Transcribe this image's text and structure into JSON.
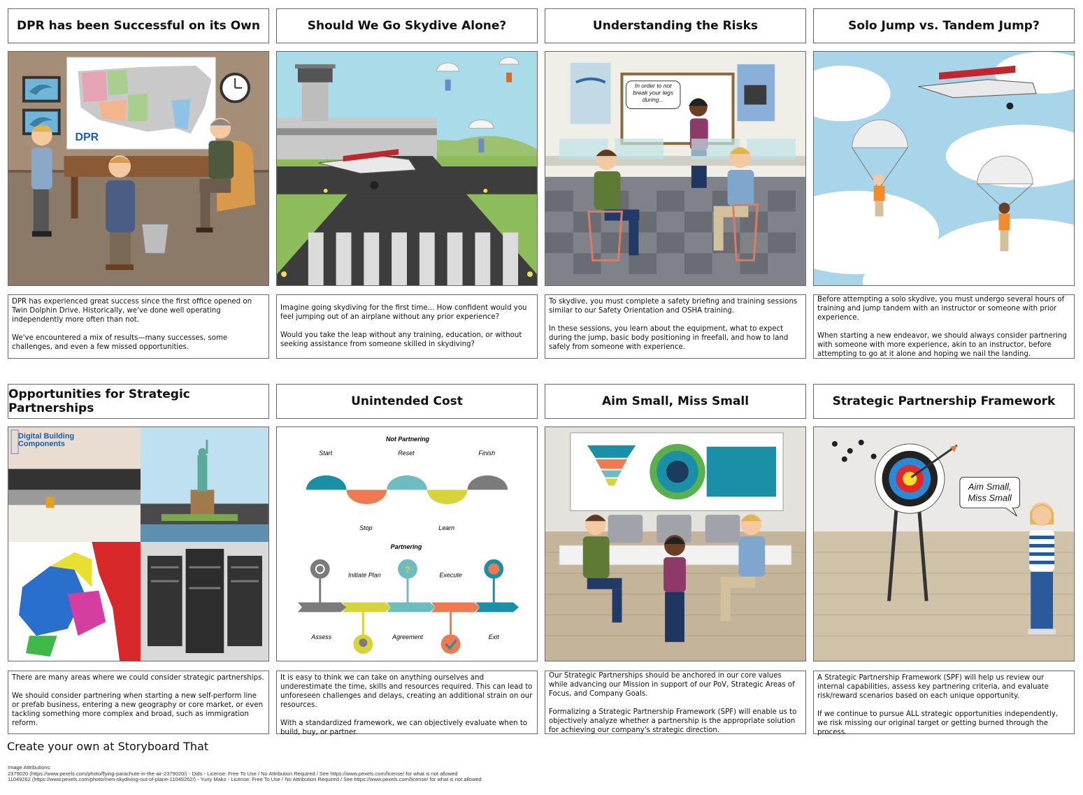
{
  "panels": [
    {
      "title": "DPR has been Successful on its Own",
      "scene": {
        "logo": "DPR"
      },
      "text": [
        "DPR has experienced great success since the first office opened on Twin Dolphin Drive. Historically, we've done well operating independently more often than not.",
        "We've encountered a mix of results—many successes, some challenges, and even a few missed opportunities."
      ]
    },
    {
      "title": "Should We Go Skydive Alone?",
      "text": [
        "Imagine going skydiving for the first time... How confident would you feel jumping out of an airplane without any prior experience?",
        "Would you take the leap without any training, education, or without seeking assistance from someone skilled in skydiving?"
      ]
    },
    {
      "title": "Understanding the Risks",
      "scene": {
        "bubble": "In order to not break your legs during..."
      },
      "text": [
        "To skydive, you must complete a safety briefing and training sessions similar to our Safety Orientation and OSHA training.",
        "In these sessions, you learn about the equipment, what to expect during the jump, basic body positioning in freefall, and how to land safely from someone with experience."
      ]
    },
    {
      "title": "Solo Jump vs. Tandem Jump?",
      "text": [
        "Before attempting a solo skydive, you must undergo several hours of training and jump tandem with an instructor or someone with prior experience.",
        "When starting a new endeavor, we should always consider partnering with someone with more experience, akin to an instructor, before attempting to go at it alone and hoping we nail the landing."
      ]
    },
    {
      "title": "Opportunities for Strategic Partnerships",
      "scene": {
        "logo": "Digital Building Components"
      },
      "text": [
        "There are many areas where we could consider strategic partnerships.",
        "We should consider partnering when starting a new self-perform line or prefab business, entering a new geography or core market, or even tackling something more complex and broad, such as immigration reform."
      ]
    },
    {
      "title": "Unintended Cost",
      "scene": {
        "heading1": "Not Partnering",
        "top_labels": [
          "Start",
          "Reset",
          "Finish"
        ],
        "bottom_labels": [
          "Stop",
          "Learn"
        ],
        "heading2": "Partnering",
        "upper_steps": [
          "Initiate Plan",
          "Execute"
        ],
        "lower_steps": [
          "Assess",
          "Agreement",
          "Exit"
        ]
      },
      "text": [
        "It is easy to think we can take on anything ourselves and underestimate the time, skills and resources required. This can lead to unforeseen challenges and delays, creating an additional strain on our resources.",
        "With a standardized framework, we can objectively evaluate when to build, buy, or partner."
      ]
    },
    {
      "title": "Aim Small, Miss Small",
      "text": [
        "Our Strategic Partnerships should be anchored in our core values while advancing our Mission in support of our PoV, Strategic Areas of Focus, and Company Goals.",
        "Formalizing a Strategic Partnership Framework (SPF) will enable us to objectively analyze whether a partnership is the appropriate solution for achieving our company's strategic direction."
      ]
    },
    {
      "title": "Strategic Partnership Framework",
      "scene": {
        "bubble": "Aim Small, Miss Small"
      },
      "text": [
        "A Strategic Partnership Framework (SPF) will help us review our internal capabilities, assess key partnering criteria, and evaluate risk/reward scenarios based on each unique opportunity.",
        "If we continue to pursue ALL strategic opportunities independently, we risk missing our original target or getting burned through the process."
      ]
    }
  ],
  "footer": "Create your own at Storyboard That",
  "attributions": {
    "heading": "Image Attributions:",
    "lines": [
      "2379020 (https://www.pexels.com/photo/flying-parachute-in-the-air-2379020/) - Dids - License: Free To Use / No Attribution Required / See https://www.pexels.com/license/ for what is not allowed",
      "11049262 (https://www.pexels.com/photo/men-skydiving-out-of-plane-11049262/) - Yuriy Mako - License: Free To Use / No Attribution Required / See https://www.pexels.com/license/ for what is not allowed"
    ]
  }
}
